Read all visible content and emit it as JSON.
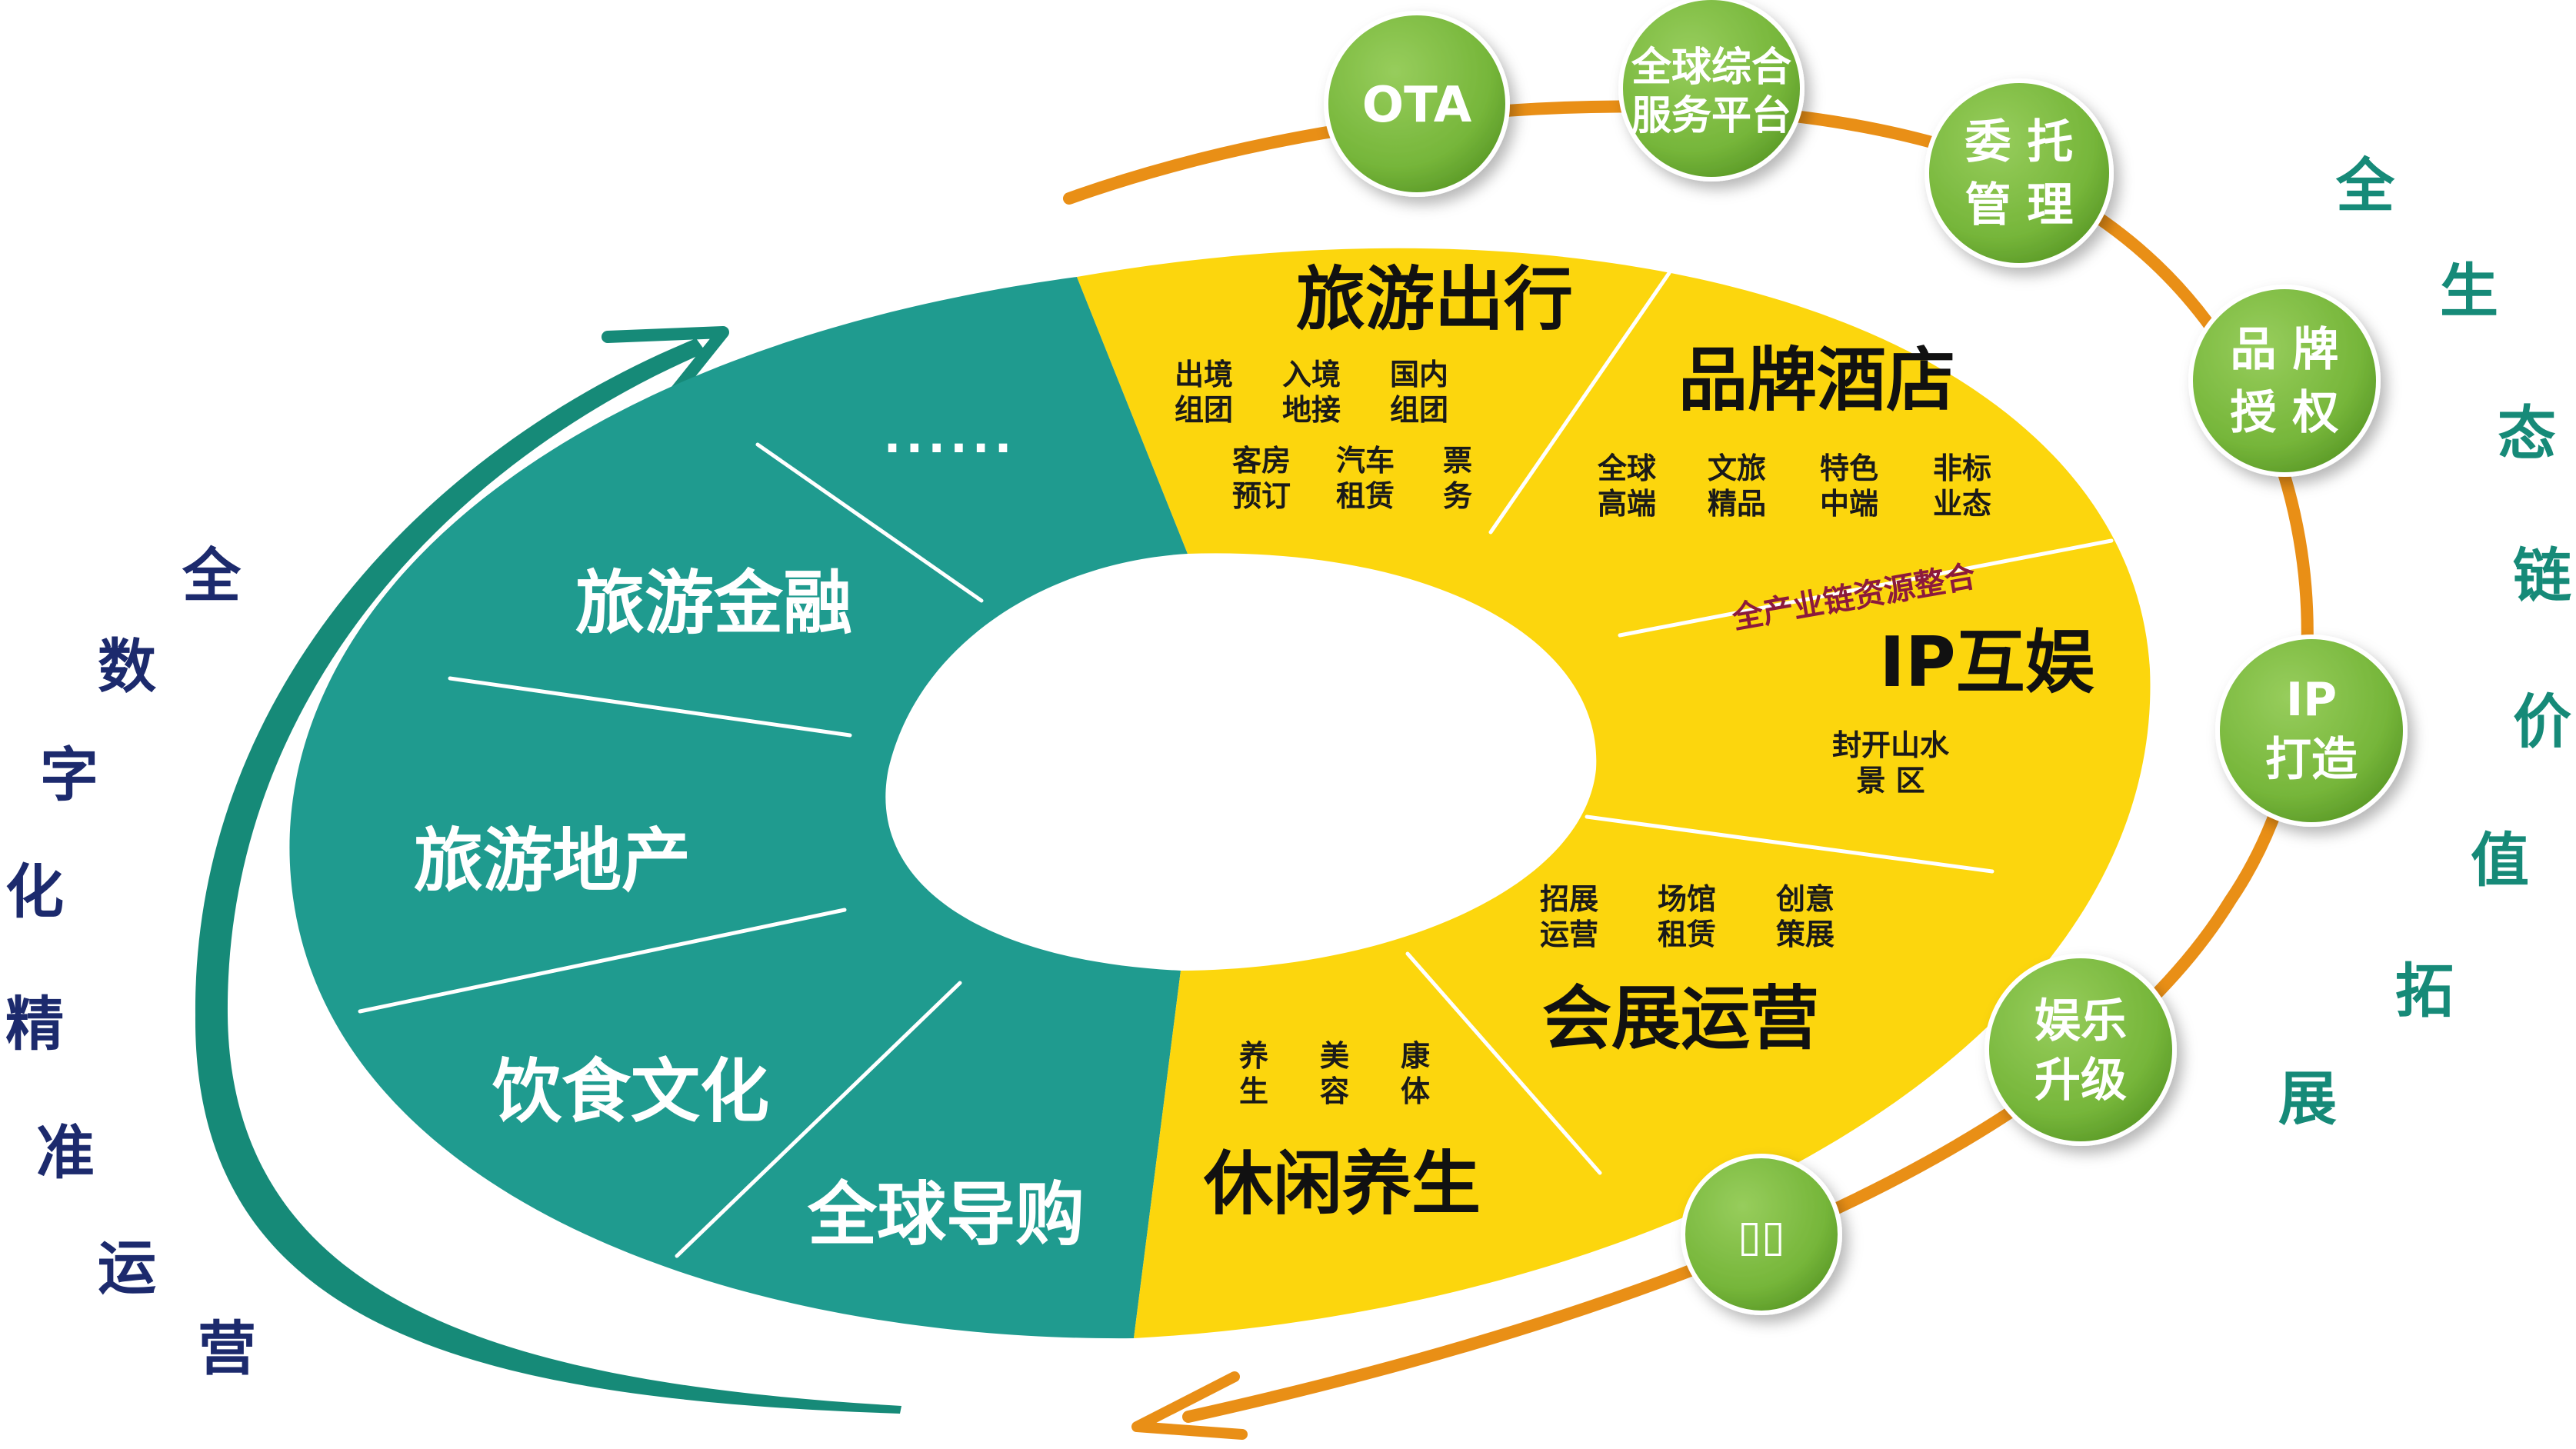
{
  "colors": {
    "teal": "#1f9b8f",
    "yellow": "#fcd60d",
    "green": "#7dbb42",
    "orange": "#e98f16",
    "navy": "#1c2a6d",
    "tealText": "#168a78",
    "maroon": "#8c1a3c"
  },
  "center_banner": "全产业链资源整合",
  "teal_segments": [
    {
      "label": "......"
    },
    {
      "label": "旅游金融"
    },
    {
      "label": "旅游地产"
    },
    {
      "label": "饮食文化"
    },
    {
      "label": "全球导购"
    }
  ],
  "yellow_segments": [
    {
      "label": "旅游出行",
      "items": [
        [
          "出境",
          "组团"
        ],
        [
          "入境",
          "地接"
        ],
        [
          "国内",
          "组团"
        ],
        [
          "客房",
          "预订"
        ],
        [
          "汽车",
          "租赁"
        ],
        [
          "票",
          "务"
        ]
      ]
    },
    {
      "label": "品牌酒店",
      "items": [
        [
          "全球",
          "高端"
        ],
        [
          "文旅",
          "精品"
        ],
        [
          "特色",
          "中端"
        ],
        [
          "非标",
          "业态"
        ]
      ]
    },
    {
      "label": "IP互娱",
      "items": [
        [
          "封开山水",
          "景 区"
        ]
      ]
    },
    {
      "label": "会展运营",
      "items": [
        [
          "招展",
          "运营"
        ],
        [
          "场馆",
          "租赁"
        ],
        [
          "创意",
          "策展"
        ]
      ]
    },
    {
      "label": "休闲养生",
      "items": [
        [
          "养",
          "生"
        ],
        [
          "美",
          "容"
        ],
        [
          "康",
          "体"
        ]
      ]
    }
  ],
  "circles": [
    {
      "lines": [
        "OTA"
      ]
    },
    {
      "lines": [
        "全球综合",
        "服务平台"
      ]
    },
    {
      "lines": [
        "委 托",
        "管 理"
      ]
    },
    {
      "lines": [
        "品 牌",
        "授 权"
      ]
    },
    {
      "lines": [
        "IP",
        "打造"
      ]
    },
    {
      "lines": [
        "娱乐",
        "升级"
      ]
    },
    {
      "lines": [
        "▯▯"
      ]
    }
  ],
  "left_vertical": [
    "全",
    "数",
    "字",
    "化",
    "精",
    "准",
    "运",
    "营"
  ],
  "right_vertical": [
    "全",
    "生",
    "态",
    "链",
    "价",
    "值",
    "拓",
    "展"
  ]
}
